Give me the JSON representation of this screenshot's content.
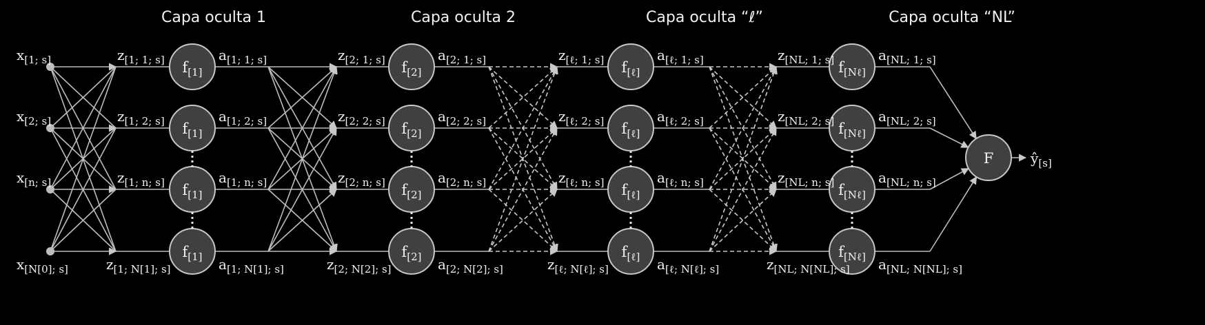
{
  "layers": [
    {
      "title": "Capa oculta 1",
      "node_labels": [
        "f[1]",
        "f[1]",
        "f[1]",
        "f[1]"
      ],
      "z_labels": [
        "z[1; 1; s]",
        "z[1; 2; s]",
        "z[1; n; s]",
        "z[1; N[1]; s]"
      ],
      "a_labels": [
        "a[1; 1; s]",
        "a[1; 2; s]",
        "a[1; n; s]",
        "a[1; N[1]; s]"
      ]
    },
    {
      "title": "Capa oculta 2",
      "node_labels": [
        "f[2]",
        "f[2]",
        "f[2]",
        "f[2]"
      ],
      "z_labels": [
        "z[2; 1; s]",
        "z[2; 2; s]",
        "z[2; n; s]",
        "z[2; N[2]; s]"
      ],
      "a_labels": [
        "a[2; 1; s]",
        "a[2; 2; s]",
        "a[2; n; s]",
        "a[2; N[2]; s]"
      ]
    },
    {
      "title": "Capa oculta “ℓ”",
      "node_labels": [
        "f[ℓ]",
        "f[ℓ]",
        "f[ℓ]",
        "f[ℓ]"
      ],
      "z_labels": [
        "z[ℓ; 1; s]",
        "z[ℓ; 2; s]",
        "z[ℓ; n; s]",
        "z[ℓ; N[ℓ]; s]"
      ],
      "a_labels": [
        "a[ℓ; 1; s]",
        "a[ℓ; 2; s]",
        "a[ℓ; n; s]",
        "a[ℓ; N[ℓ]; s]"
      ]
    },
    {
      "title": "Capa oculta “NL”",
      "node_labels": [
        "f[Nℓ]",
        "f[Nℓ]",
        "f[Nℓ]",
        "f[Nℓ]"
      ],
      "z_labels": [
        "z[NL; 1; s]",
        "z[NL; 2; s]",
        "z[NL; n; s]",
        "z[NL; N[NL]; s]"
      ],
      "a_labels": [
        "a[NL; 1; s]",
        "a[NL; 2; s]",
        "a[NL; n; s]",
        "a[NL; N[NL]; s]"
      ]
    }
  ],
  "inputs": [
    "x[1; s]",
    "x[2; s]",
    "x[n; s]",
    "x[N[0]; s]"
  ],
  "output_node": "F",
  "output_label": "ŷ[s]",
  "connections": [
    "solid",
    "solid",
    "dashed",
    "dashed"
  ],
  "colors": {
    "background": "#000000",
    "node_fill": "#404040",
    "node_stroke": "#c8c8c8",
    "line": "#bdbdbd",
    "text": "#f2f2f2"
  }
}
